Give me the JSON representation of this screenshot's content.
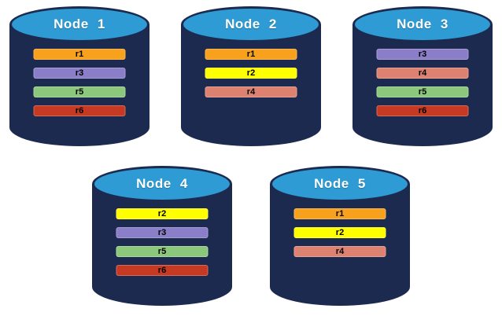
{
  "colors": {
    "background": "#FFFFFF",
    "cylinder_body_navy": "#1B2A4E",
    "cylinder_top_blue": "#2F9BD4",
    "title_text": "#FFFFFF",
    "replica_label_text": "#000000",
    "replica_colors": {
      "r1": "#F7A11D",
      "r2": "#FFFF00",
      "r3": "#8B7EC8",
      "r4": "#DD8270",
      "r5": "#8CC87C",
      "r6": "#C63A23"
    }
  },
  "nodes": [
    {
      "title": "Node 1",
      "row": 1,
      "replicas": [
        "r1",
        "r3",
        "r5",
        "r6"
      ]
    },
    {
      "title": "Node 2",
      "row": 1,
      "replicas": [
        "r1",
        "r2",
        "r4"
      ]
    },
    {
      "title": "Node 3",
      "row": 1,
      "replicas": [
        "r3",
        "r4",
        "r5",
        "r6"
      ]
    },
    {
      "title": "Node 4",
      "row": 2,
      "replicas": [
        "r2",
        "r3",
        "r5",
        "r6"
      ]
    },
    {
      "title": "Node 5",
      "row": 2,
      "replicas": [
        "r1",
        "r2",
        "r4"
      ]
    }
  ]
}
